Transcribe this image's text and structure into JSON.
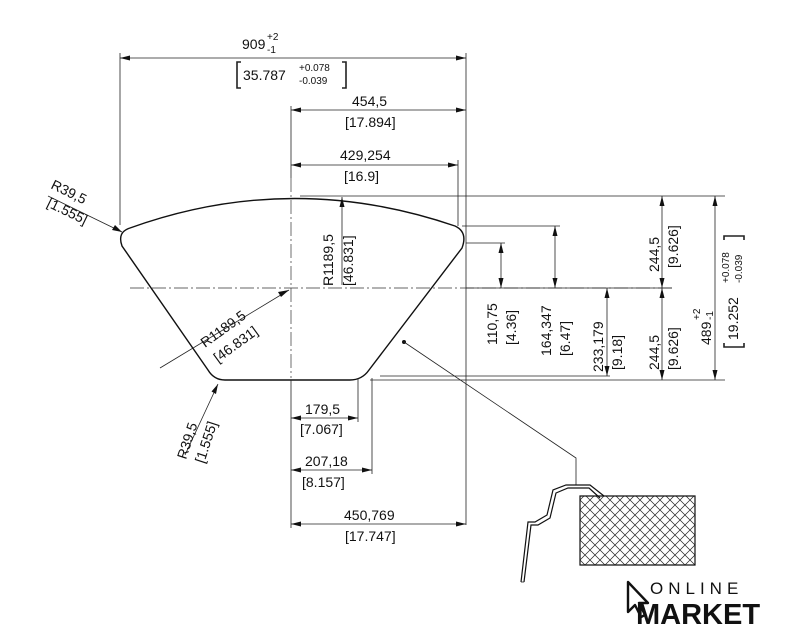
{
  "dimensions": {
    "overall_width": {
      "main": "909",
      "sup": "+2",
      "sub": "-1"
    },
    "overall_width_in": {
      "main": "35.787",
      "sup": "+0.078",
      "sub": "-0.039"
    },
    "half_width_top": "454,5",
    "half_width_top_in": "[17.894]",
    "half_width_inner": "429,254",
    "half_width_inner_in": "[16.9]",
    "corner_radius_top": "R39,5",
    "corner_radius_top_in": "[1.555]",
    "arc_radius_top": "R1189,5",
    "arc_radius_top_in": "[46.831]",
    "arc_radius_left": "R1189,5",
    "arc_radius_left_in": "[46.831]",
    "corner_radius_bottom": "R39,5",
    "corner_radius_bottom_in": "[1.555]",
    "bottom_half_a": "179,5",
    "bottom_half_a_in": "[7.067]",
    "bottom_half_b": "207,18",
    "bottom_half_b_in": "[8.157]",
    "bottom_half_width": "450,769",
    "bottom_half_width_in": "[17.747]",
    "v1": "110,75",
    "v1_in": "[4.36]",
    "v2": "164,347",
    "v2_in": "[6.47]",
    "v3": "233,179",
    "v3_in": "[9.18]",
    "v4_top": "244,5",
    "v4_top_in": "[9.626]",
    "v4_bottom": "244,5",
    "v4_bottom_in": "[9.626]",
    "overall_height": {
      "main": "489",
      "sup": "+2",
      "sub": "-1"
    },
    "overall_height_in": {
      "main": "19.252",
      "sup": "+0.078",
      "sub": "-0.039"
    }
  },
  "logo": {
    "line1": "ONLINE",
    "line2": "MARKET"
  }
}
